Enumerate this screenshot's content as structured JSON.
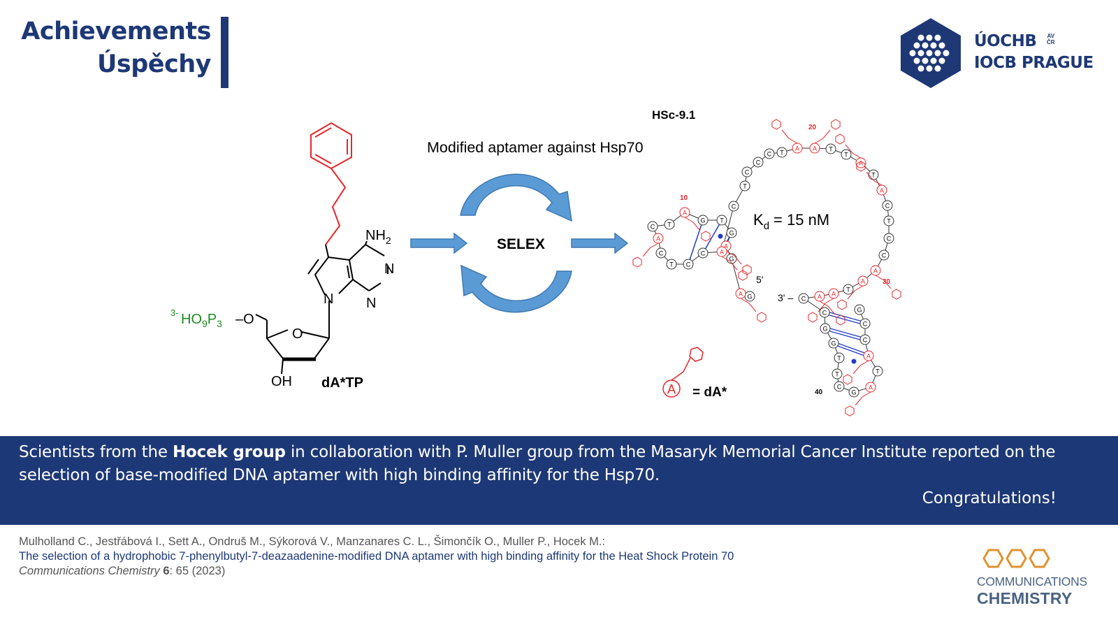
{
  "header": {
    "title_en": "Achievements",
    "title_cz": "Úspěchy"
  },
  "logo": {
    "line1": "ÚOCHB",
    "line2": "IOCB PRAGUE",
    "av_line1": "AV",
    "av_line2": "ČR"
  },
  "figure": {
    "caption_top": "Modified aptamer against Hsp70",
    "selex_label": "SELEX",
    "molecule_label": "dA*TP",
    "aptamer_name": "HSc-9.1",
    "kd_text": "= 15 nM",
    "kd_symbol": "K",
    "kd_subscript": "d",
    "legend_text": "= dA*",
    "legend_base": "A",
    "atoms": {
      "nh2": "NH",
      "nh2_sub": "2",
      "n1": "N",
      "n3": "N",
      "n7": "N",
      "o_ring": "O",
      "oh": "OH",
      "o_link": "–O",
      "triphosphate": "HO9P3",
      "charge": "3-"
    },
    "position_numbers": [
      "10",
      "20",
      "30",
      "40"
    ],
    "end_labels": [
      "5'",
      "3'"
    ],
    "colors": {
      "modification": "#e8262a",
      "phosphate": "#1e8b1e",
      "arrow": "#5b9bd5",
      "pair": "#1f3cc8"
    }
  },
  "banner": {
    "text_before": "Scientists from the",
    "text_bold": "Hocek group",
    "text_after": "in collaboration with P. Muller group from the Masaryk Memorial Cancer Institute reported on the selection of base-modified DNA aptamer with high binding affinity for the Hsp70.",
    "congrats": "Congratulations!"
  },
  "reference": {
    "authors": "Mulholland C., Jestřábová I., Sett A., Ondruš M., Sýkorová V., Manzanares C. L., Šimončík O., Muller P., Hocek M.:",
    "title": "The selection of a hydrophobic 7-phenylbutyl-7-deazaadenine-modified DNA aptamer with high binding affinity for the Heat Shock Protein 70",
    "journal": "Communications Chemistry",
    "volume": "6",
    "pages": ": 65 (2023)"
  },
  "journal_logo": {
    "line1": "COMMUNICATIONS",
    "line2": "CHEMISTRY"
  }
}
